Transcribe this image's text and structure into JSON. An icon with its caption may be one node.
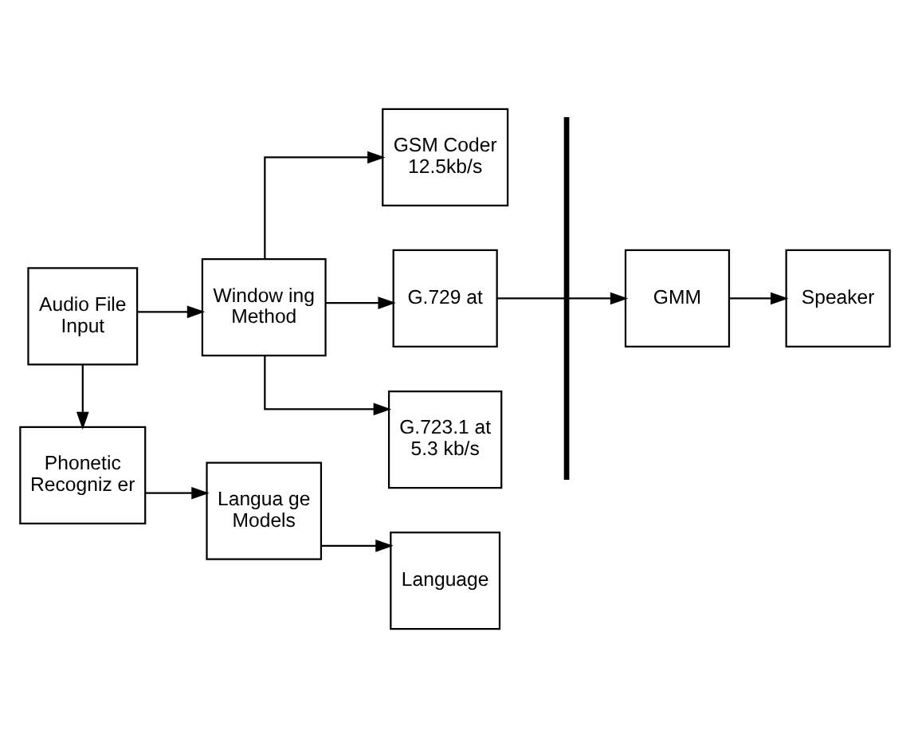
{
  "diagram": {
    "nodes": [
      {
        "text": [
          "Audio File Input"
        ]
      },
      {
        "text": [
          "Window ing Method"
        ]
      },
      {
        "text": [
          "GSM Coder 12.5kb/s"
        ]
      },
      {
        "text": [
          "G.729 at"
        ]
      },
      {
        "text": [
          "G.723.1 at 5.3 kb/s"
        ]
      },
      {
        "text": [],
        "shape": "bar"
      },
      {
        "text": [
          "GMM"
        ]
      },
      {
        "text": [
          "Speaker"
        ]
      },
      {
        "text": [
          "Phonetic Recogniz er"
        ]
      },
      {
        "text": [
          "Langua ge Models"
        ]
      },
      {
        "text": [
          "Language"
        ]
      }
    ],
    "edges": [
      {
        "from": 0,
        "to": 1,
        "arrow": "to"
      },
      {
        "from": 1,
        "to": 2,
        "arrow": "to"
      },
      {
        "from": 1,
        "to": 3,
        "arrow": "to"
      },
      {
        "from": 1,
        "to": 4,
        "arrow": "to"
      },
      {
        "from": 3,
        "to": 5,
        "arrow": "none"
      },
      {
        "from": 5,
        "to": 6,
        "arrow": "to"
      },
      {
        "from": 6,
        "to": 7,
        "arrow": "to"
      },
      {
        "from": 0,
        "to": 8,
        "arrow": "to"
      },
      {
        "from": 8,
        "to": 9,
        "arrow": "to"
      },
      {
        "from": 9,
        "to": 10,
        "arrow": "to"
      }
    ]
  }
}
